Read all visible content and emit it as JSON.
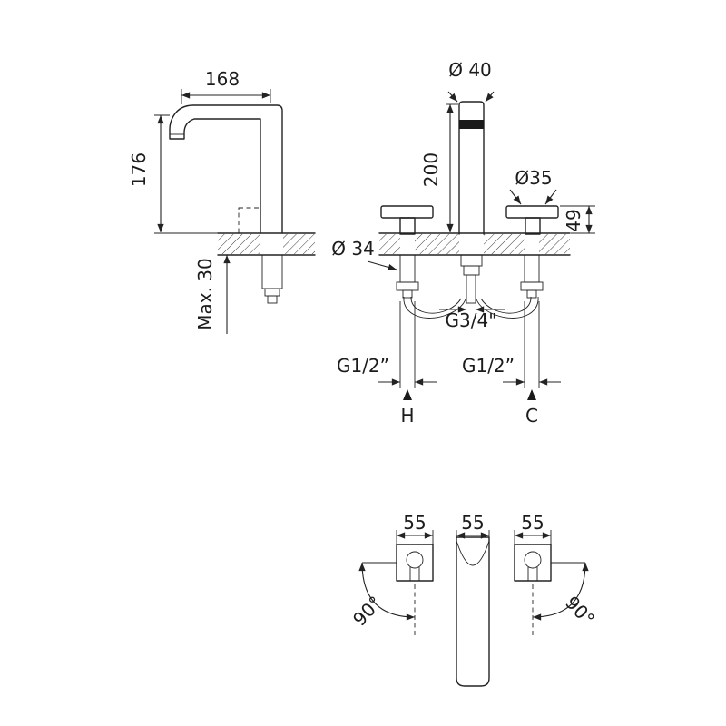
{
  "views": {
    "side": {
      "reach": "168",
      "height": "176",
      "deck_max": "Max. 30"
    },
    "front": {
      "spout_dia": "Ø 40",
      "spout_h": "200",
      "handle_dia": "Ø35",
      "handle_h": "49",
      "hole_dia": "Ø 34",
      "center_thread": "G3/4\"",
      "hot_thread": "G1/2”",
      "cold_thread": "G1/2”",
      "hot": "H",
      "cold": "C"
    },
    "plan": {
      "w_left": "55",
      "w_center": "55",
      "w_right": "55",
      "rot_left": "90°",
      "rot_right": "90°"
    }
  }
}
